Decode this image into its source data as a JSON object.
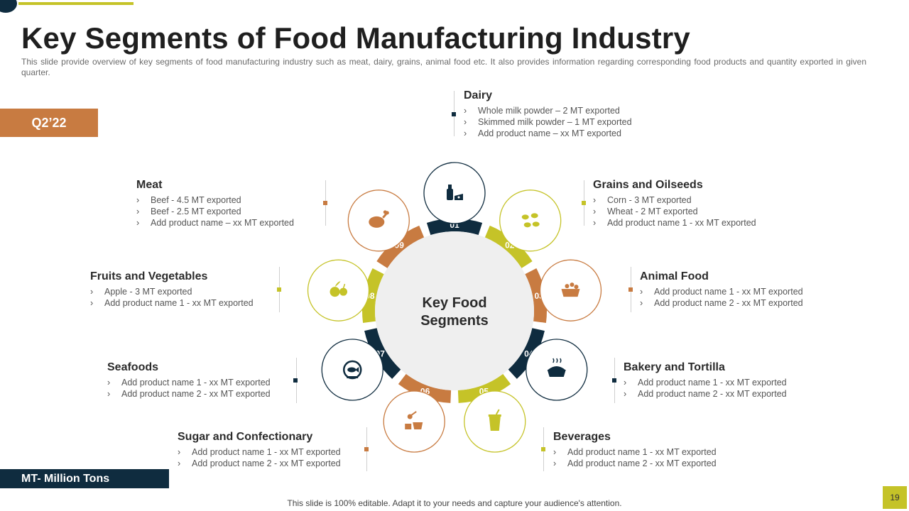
{
  "header": {
    "title": "Key Segments of Food Manufacturing Industry",
    "subtitle": "This slide provide overview of key segments of food manufacturing industry such as meat, dairy, grains, animal food etc. It also provides information regarding corresponding food products and quantity exported in given quarter."
  },
  "quarter_label": "Q2’22",
  "unit_label": "MT- Million Tons",
  "footer_text": "This slide is 100% editable. Adapt it to your needs and capture your audience's attention.",
  "page_number": "19",
  "center": {
    "line1": "Key Food",
    "line2": "Segments"
  },
  "colors": {
    "navy": "#0f2c3f",
    "olive": "#c5c328",
    "copper": "#c87b41",
    "hub": "#efefef"
  },
  "segments": [
    {
      "num": "01",
      "title": "Dairy",
      "color": "navy",
      "icon": "milk-bottle-cheese-icon",
      "items": [
        "Whole milk powder – 2 MT exported",
        "Skimmed milk powder – 1 MT exported",
        "Add product name – xx MT exported"
      ]
    },
    {
      "num": "02",
      "title": "Grains and Oilseeds",
      "color": "olive",
      "icon": "beans-icon",
      "items": [
        "Corn - 3 MT exported",
        "Wheat - 2 MT exported",
        "Add product name 1 - xx MT exported"
      ]
    },
    {
      "num": "03",
      "title": "Animal Food",
      "color": "copper",
      "icon": "pet-bowl-icon",
      "items": [
        "Add product name 1 - xx MT exported",
        "Add product name 2 - xx MT exported"
      ]
    },
    {
      "num": "04",
      "title": "Bakery and Tortilla",
      "color": "navy",
      "icon": "baked-pie-icon",
      "items": [
        "Add product name 1 - xx MT exported",
        "Add product name 2 - xx MT exported"
      ]
    },
    {
      "num": "05",
      "title": "Beverages",
      "color": "olive",
      "icon": "drink-cup-icon",
      "items": [
        "Add product name 1 - xx MT exported",
        "Add product name 2 - xx MT exported"
      ]
    },
    {
      "num": "06",
      "title": "Sugar and Confectionary",
      "color": "copper",
      "icon": "candy-cup-icon",
      "items": [
        "Add product name 1 - xx MT exported",
        "Add product name 2 - xx MT exported"
      ]
    },
    {
      "num": "07",
      "title": "Seafoods",
      "color": "navy",
      "icon": "fish-bowl-icon",
      "items": [
        "Add product name 1 - xx MT exported",
        "Add product name 2 - xx MT exported"
      ]
    },
    {
      "num": "08",
      "title": "Fruits and Vegetables",
      "color": "olive",
      "icon": "apple-fruit-icon",
      "items": [
        "Apple - 3 MT exported",
        "Add product name 1 - xx MT exported"
      ]
    },
    {
      "num": "09",
      "title": "Meat",
      "color": "copper",
      "icon": "chicken-leg-icon",
      "items": [
        "Beef - 4.5 MT exported",
        "Beef - 2.5 MT exported",
        "Add product name – xx MT exported"
      ]
    }
  ]
}
